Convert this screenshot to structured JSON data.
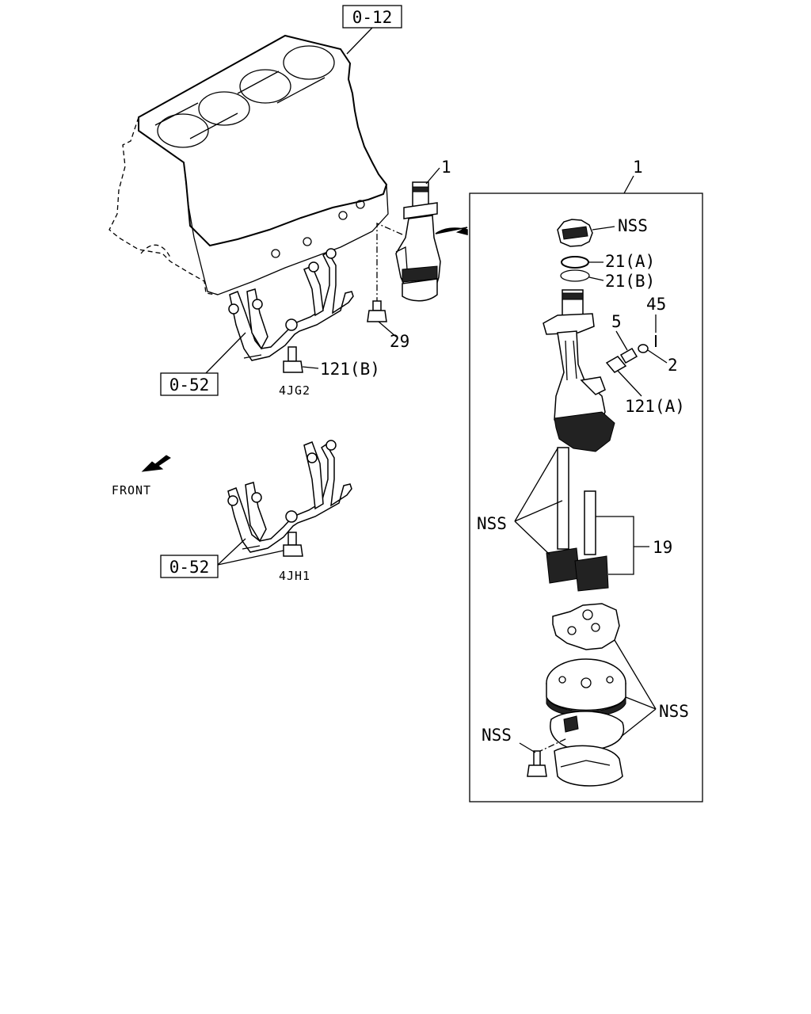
{
  "refs": {
    "block": "0-12",
    "pipe_4jg2": "0-52",
    "pipe_4jh1": "0-52"
  },
  "engines": {
    "a": "4JG2",
    "b": "4JH1"
  },
  "front_label": "FRONT",
  "callouts": {
    "pump_assy": "1",
    "detail_box": "1",
    "bolt": "29",
    "nozzle_b": "121(B)",
    "nss_gear": "NSS",
    "ring_a": "21(A)",
    "ring_b": "21(B)",
    "pin": "45",
    "spring": "5",
    "plug": "2",
    "nozzle_a": "121(A)",
    "nss_shafts": "NSS",
    "shaft_gear": "19",
    "nss_body": "NSS",
    "nss_bolt": "NSS"
  }
}
